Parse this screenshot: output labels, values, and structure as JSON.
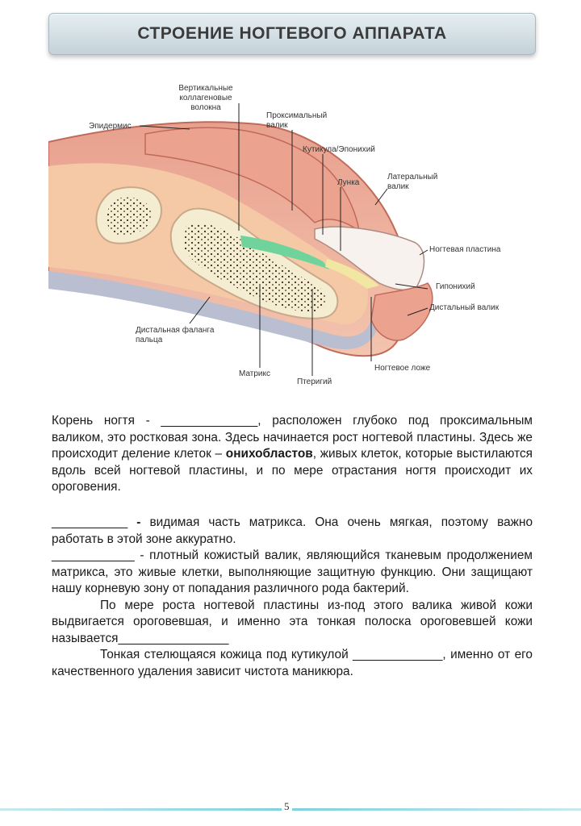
{
  "title": "СТРОЕНИЕ НОГТЕВОГО АППАРАТА",
  "diagram_labels": {
    "vertical_fibers": "Вертикальные коллагеновые волокна",
    "epidermis": "Эпидермис",
    "proximal_fold": "Проксимальный валик",
    "cuticle": "Кутикула/Эпонихий",
    "lunula": "Лунка",
    "lateral_fold": "Латеральный валик",
    "nail_plate": "Ногтевая пластина",
    "hyponychium": "Гипонихий",
    "distal_fold": "Дистальный валик",
    "distal_phalanx": "Дистальная фаланга пальца",
    "matrix": "Матрикс",
    "pterygium": "Птеригий",
    "nail_bed": "Ногтевое ложе"
  },
  "paragraphs": {
    "p1_a": "Корень ногтя - ______________, расположен глубоко под проксимальным валиком, это ростковая зона. Здесь начинается рост ногтевой пластины. Здесь же происходит деление клеток – ",
    "p1_bold": "онихобластов",
    "p1_b": ", живых клеток, которые выстилаются вдоль всей ногтевой пластины, и по мере отрастания ногтя происходит их ороговения.",
    "p2_blank": "___________ ",
    "p2_dash": "- ",
    "p2_text": "видимая часть матрикса. Она очень мягкая, поэтому важно работать в этой зоне аккуратно.",
    "p3": "____________ - плотный кожистый валик, являющийся тканевым продолжением матрикса, это живые клетки, выполняющие защитную функцию. Они защищают нашу корневую зону от попадания различного рода бактерий.",
    "p4": "По мере роста ногтевой пластины из-под этого валика живой кожи выдвигается ороговевшая, и именно эта тонкая полоска ороговевшей кожи называется________________",
    "p5": "Тонкая стелющаяся кожица под кутикулой _____________, именно от его качественного удаления зависит чистота маникюра."
  },
  "page_number": "5"
}
